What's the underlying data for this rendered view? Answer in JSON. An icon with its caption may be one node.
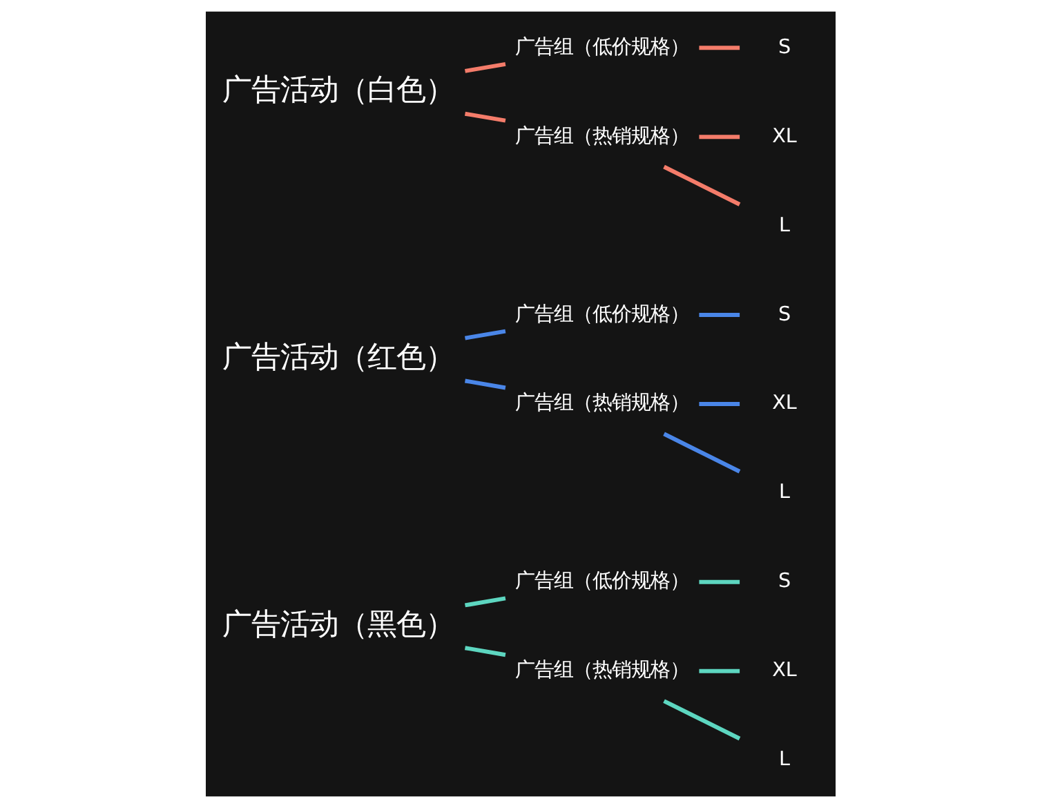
{
  "diagram": {
    "nodes": [
      {
        "text": [
          "广告活动（白色）"
        ]
      },
      {
        "text": [
          "广告组（热销规格）"
        ]
      },
      {
        "text": [
          "L"
        ]
      },
      {
        "text": [
          "XL"
        ]
      },
      {
        "text": [
          "广告组（低价规格）"
        ]
      },
      {
        "text": [
          "S"
        ]
      },
      {
        "text": [
          "广告活动（红色）"
        ]
      },
      {
        "text": [
          "广告组（热销规格）"
        ]
      },
      {
        "text": [
          "L"
        ]
      },
      {
        "text": [
          "XL"
        ]
      },
      {
        "text": [
          "广告组（低价规格）"
        ]
      },
      {
        "text": [
          "S"
        ]
      },
      {
        "text": [
          "广告活动（黑色）"
        ]
      },
      {
        "text": [
          "广告组（热销规格）"
        ]
      },
      {
        "text": [
          "L"
        ]
      },
      {
        "text": [
          "XL"
        ]
      },
      {
        "text": [
          "广告组（低价规格）"
        ]
      },
      {
        "text": [
          "S"
        ]
      }
    ],
    "edges": [
      {
        "from": 0,
        "to": 1,
        "arrow": "none",
        "color": "#f47c6a"
      },
      {
        "from": 0,
        "to": 4,
        "arrow": "none",
        "color": "#f47c6a"
      },
      {
        "from": 1,
        "to": 2,
        "arrow": "none",
        "color": "#f47c6a"
      },
      {
        "from": 1,
        "to": 3,
        "arrow": "none",
        "color": "#f47c6a"
      },
      {
        "from": 4,
        "to": 5,
        "arrow": "none",
        "color": "#f47c6a"
      },
      {
        "from": 6,
        "to": 7,
        "arrow": "none",
        "color": "#4a86e8"
      },
      {
        "from": 6,
        "to": 10,
        "arrow": "none",
        "color": "#4a86e8"
      },
      {
        "from": 7,
        "to": 8,
        "arrow": "none",
        "color": "#4a86e8"
      },
      {
        "from": 7,
        "to": 9,
        "arrow": "none",
        "color": "#4a86e8"
      },
      {
        "from": 10,
        "to": 11,
        "arrow": "none",
        "color": "#4a86e8"
      },
      {
        "from": 12,
        "to": 13,
        "arrow": "none",
        "color": "#5dd6c0"
      },
      {
        "from": 12,
        "to": 16,
        "arrow": "none",
        "color": "#5dd6c0"
      },
      {
        "from": 13,
        "to": 14,
        "arrow": "none",
        "color": "#5dd6c0"
      },
      {
        "from": 13,
        "to": 15,
        "arrow": "none",
        "color": "#5dd6c0"
      },
      {
        "from": 16,
        "to": 17,
        "arrow": "none",
        "color": "#5dd6c0"
      }
    ]
  }
}
